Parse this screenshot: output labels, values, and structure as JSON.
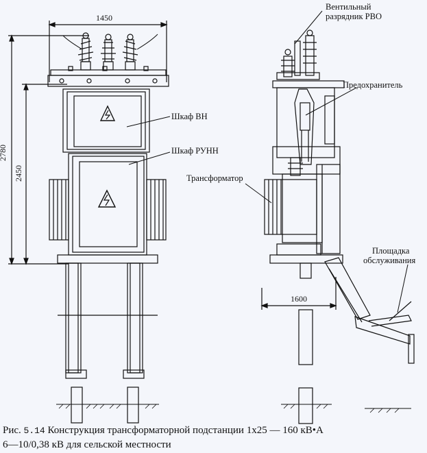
{
  "dimensions": {
    "width_top": "1450",
    "height_total": "2780",
    "height_inner": "2450",
    "width_base": "1600"
  },
  "labels": {
    "arrester": "Вентильный разрядник РВО",
    "arrester_line1": "Вентильный",
    "arrester_line2": "разрядник РВО",
    "fuse": "Предохранитель",
    "cabinet_hv": "Шкаф ВН",
    "cabinet_lv": "Шкаф РУНН",
    "transformer": "Трансформатор",
    "platform": "Площадка обслуживания",
    "platform_line1": "Площадка",
    "platform_line2": "обслуживания"
  },
  "caption": {
    "prefix": "Рис.",
    "number": "5.14",
    "line1": "Конструкция трансформаторной подстанции 1x25 — 160 кВ•А",
    "line2": "6—10/0,38 кВ для сельской местности"
  },
  "colors": {
    "background": "#f4f6fb",
    "ink": "#111111"
  }
}
